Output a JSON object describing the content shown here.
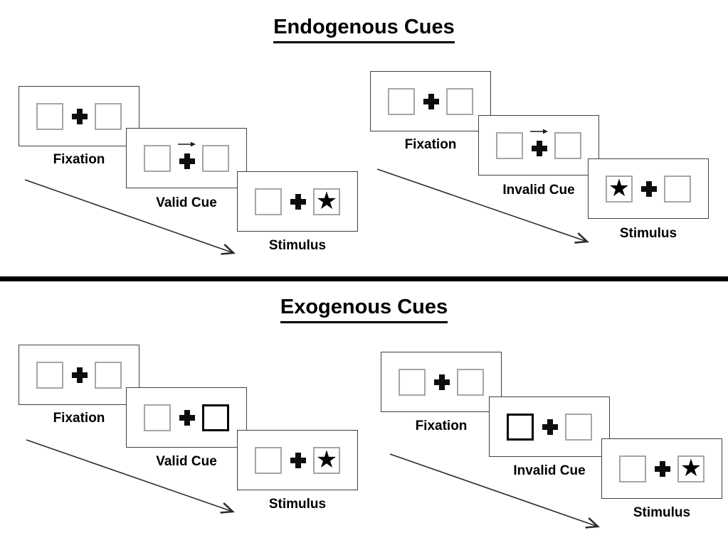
{
  "sections": [
    {
      "title": "Endogenous Cues",
      "groups": [
        {
          "name": "valid-trial",
          "panels": [
            {
              "label": "Fixation",
              "left_box": "empty",
              "right_box": "empty",
              "cue_marker": "none"
            },
            {
              "label": "Valid Cue",
              "left_box": "empty",
              "right_box": "empty",
              "cue_marker": "right-arrow-above-fixation"
            },
            {
              "label": "Stimulus",
              "left_box": "empty",
              "right_box": "star",
              "cue_marker": "none"
            }
          ]
        },
        {
          "name": "invalid-trial",
          "panels": [
            {
              "label": "Fixation",
              "left_box": "empty",
              "right_box": "empty",
              "cue_marker": "none"
            },
            {
              "label": "Invalid Cue",
              "left_box": "empty",
              "right_box": "empty",
              "cue_marker": "right-arrow-above-fixation"
            },
            {
              "label": "Stimulus",
              "left_box": "star",
              "right_box": "empty",
              "cue_marker": "none"
            }
          ]
        }
      ]
    },
    {
      "title": "Exogenous Cues",
      "groups": [
        {
          "name": "valid-trial",
          "panels": [
            {
              "label": "Fixation",
              "left_box": "empty",
              "right_box": "empty",
              "cue_marker": "none"
            },
            {
              "label": "Valid Cue",
              "left_box": "empty",
              "right_box": "bold-outline",
              "cue_marker": "none"
            },
            {
              "label": "Stimulus",
              "left_box": "empty",
              "right_box": "star",
              "cue_marker": "none"
            }
          ]
        },
        {
          "name": "invalid-trial",
          "panels": [
            {
              "label": "Fixation",
              "left_box": "empty",
              "right_box": "empty",
              "cue_marker": "none"
            },
            {
              "label": "Invalid Cue",
              "left_box": "bold-outline",
              "right_box": "empty",
              "cue_marker": "none"
            },
            {
              "label": "Stimulus",
              "left_box": "empty",
              "right_box": "star",
              "cue_marker": "none"
            }
          ]
        }
      ]
    }
  ],
  "icons": {
    "star": "★",
    "fixation_cross": "plus-cross",
    "cue_arrow": "right-arrow"
  },
  "colors": {
    "background": "#ffffff",
    "ink": "#000000",
    "panel_border": "#404040",
    "placeholder_box_border": "#a6a6a6",
    "cue_box_border": "#000000",
    "arrow": "#2b2b2b"
  }
}
